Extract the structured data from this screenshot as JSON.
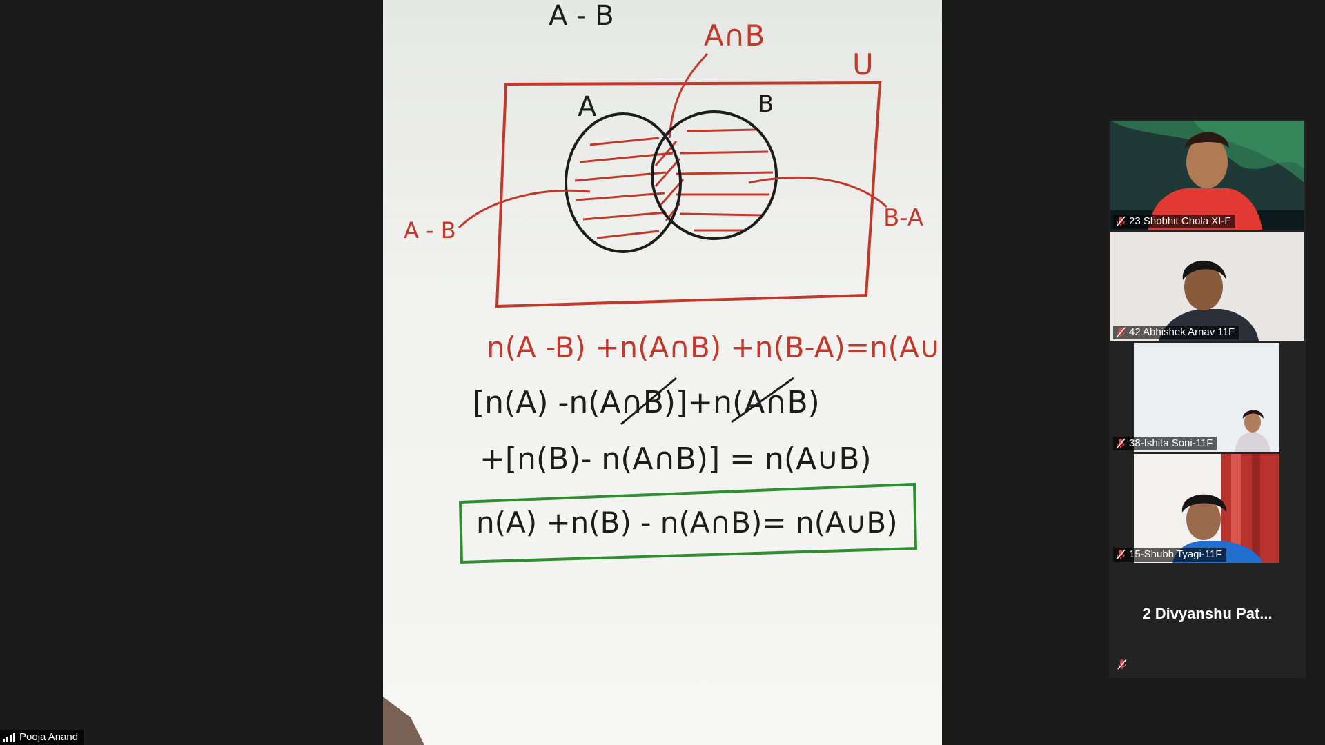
{
  "presenter": {
    "name": "Pooja Anand"
  },
  "whiteboard": {
    "heading": "A - B",
    "label_intersection": "A∩B",
    "label_universe": "U",
    "label_set_a": "A",
    "label_set_b": "B",
    "label_a_minus_b": "A - B",
    "label_b_minus_a": "B-A",
    "line1": "n(A -B) +n(A∩B) +n(B-A)=n(A∪B)",
    "line2": "[n(A) -n(A∩B)]+n(A∩B)",
    "line3": "+[n(B)- n(A∩B)]  =  n(A∪B)",
    "result": "n(A) +n(B) - n(A∩B)= n(A∪B)"
  },
  "participants": [
    {
      "name": "23 Shobhit Chola XI-F",
      "muted": true
    },
    {
      "name": "42 Abhishek Arnav 11F",
      "muted": true
    },
    {
      "name": "38-Ishita Soni-11F",
      "muted": true
    },
    {
      "name": "15-Shubh Tyagi-11F",
      "muted": true
    },
    {
      "name": "2 Divyanshu  Pat...",
      "muted": true
    }
  ],
  "colors": {
    "marker_red": "#c0392b",
    "marker_green": "#2f8f2f",
    "marker_black": "#1c1c1c",
    "background": "#1a1a1a"
  }
}
